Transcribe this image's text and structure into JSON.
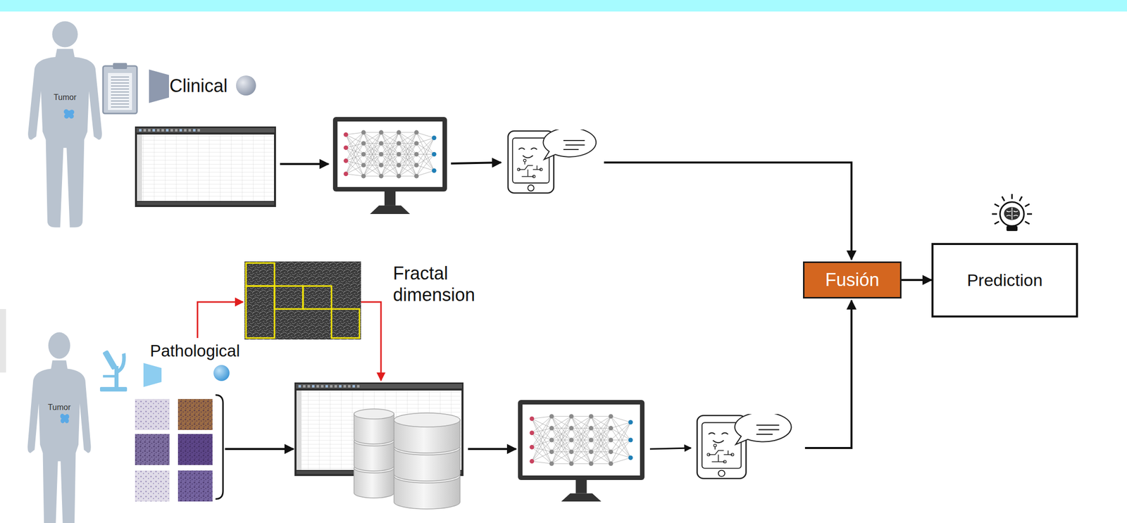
{
  "diagram": {
    "nodes": [
      {
        "text": [
          "Tumor"
        ]
      },
      {
        "text": [
          "Fusión"
        ]
      },
      {
        "text": [
          "Prediction"
        ]
      },
      {
        "text": [
          "Tumor"
        ]
      }
    ],
    "edges": [
      {
        "from": 1,
        "to": 2,
        "arrow": "to"
      }
    ],
    "labels": [
      "Clinical",
      "Fractal dimension",
      "Pathological"
    ]
  }
}
